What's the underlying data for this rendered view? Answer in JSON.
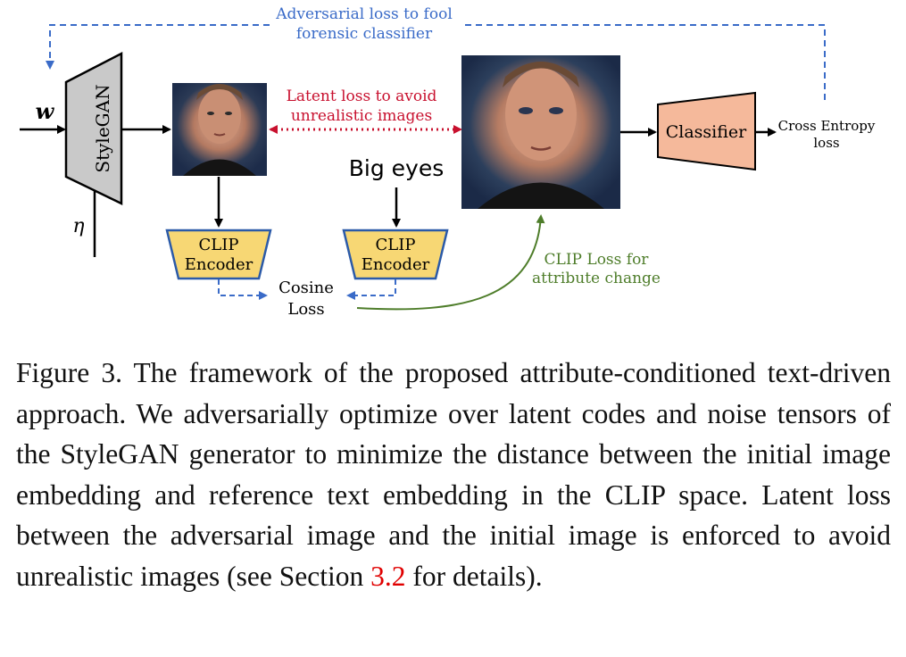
{
  "diagram": {
    "adversarial_loss_label": [
      "Adversarial loss to fool",
      "forensic classifier"
    ],
    "latent_loss_label": [
      "Latent loss to avoid",
      "unrealistic images"
    ],
    "generator_label": "StyleGAN",
    "input_w": "w",
    "input_eta": "η",
    "text_prompt": "Big eyes",
    "clip_encoder_label": [
      "CLIP",
      "Encoder"
    ],
    "cosine_loss_label": [
      "Cosine",
      "Loss"
    ],
    "clip_loss_label": [
      "CLIP Loss for",
      "attribute change"
    ],
    "classifier_label": "Classifier",
    "cross_entropy_label": [
      "Cross Entropy",
      "loss"
    ],
    "colors": {
      "adversarial": "#3a6bc8",
      "latent": "#c8102e",
      "clip_loss": "#4e7d2a",
      "clip_box": "#f7d774",
      "classifier_box": "#f5b99b",
      "generator_box": "#c9c9c9"
    }
  },
  "caption": {
    "prefix": "Figure 3.  The framework of the proposed attribute-conditioned text-driven approach. We adversarially optimize over latent codes and noise tensors of the StyleGAN generator to minimize the distance between the initial image embedding and reference text embedding in the CLIP space.  Latent loss between the adversarial image and the initial image is enforced to avoid unrealistic images (see Section ",
    "section_ref": "3.2",
    "suffix": " for details)."
  }
}
